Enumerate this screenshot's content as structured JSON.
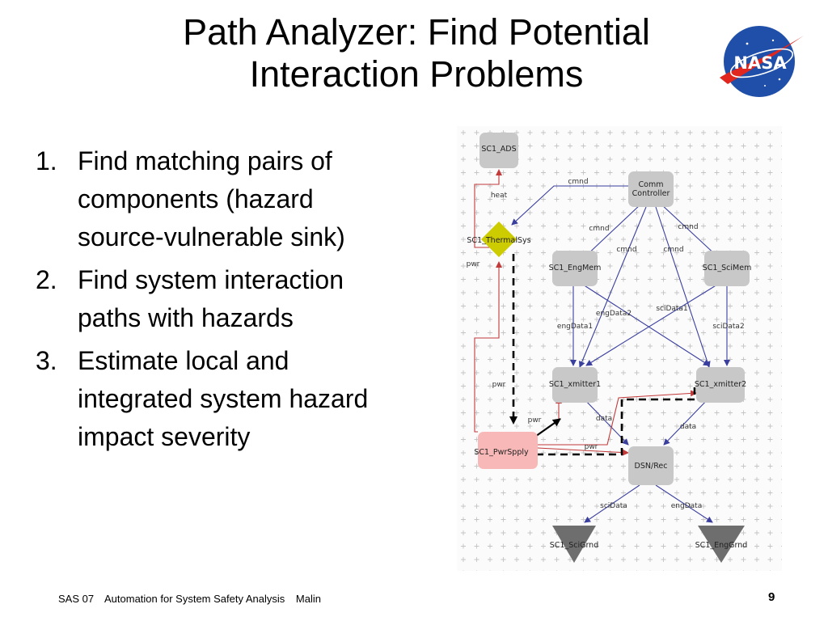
{
  "slide": {
    "title_line1": "Path Analyzer: Find Potential",
    "title_line2": "Interaction Problems",
    "items": [
      {
        "num": "1.",
        "lines": [
          "Find matching pairs of",
          "components (hazard",
          "source-vulnerable sink)"
        ]
      },
      {
        "num": "2.",
        "lines": [
          "Find system interaction",
          "paths with hazards"
        ]
      },
      {
        "num": "3.",
        "lines": [
          "Estimate local and",
          "integrated system hazard",
          "impact severity"
        ]
      }
    ],
    "footer": {
      "conference": "SAS 07",
      "topic": "Automation for System Safety Analysis",
      "author": "Malin"
    },
    "page_number": "9",
    "logo_text": "NASA"
  },
  "diagram": {
    "nodes": {
      "ads": "SC1_ADS",
      "comm_l1": "Comm",
      "comm_l2": "Controller",
      "thermal": "SC1_ThermalSys",
      "engmem": "SC1_EngMem",
      "scimem": "SC1_SciMem",
      "xmit1": "SC1_xmitter1",
      "xmit2": "SC1_xmitter2",
      "pwrspply": "SC1_PwrSpply",
      "dsn": "DSN/Rec",
      "scigrnd": "SC1_SciGrnd",
      "enggrnd": "SC1_EngGrnd"
    },
    "edge_labels": {
      "cmnd_top": "cmnd",
      "heat": "heat",
      "cmnd_left": "cmnd",
      "cmnd_right": "cmnd",
      "cmnd_in_left": "cmnd",
      "cmnd_in_right": "cmnd",
      "pwr_side": "pwr",
      "engdata2": "engData2",
      "scidata1": "sciData1",
      "engdata1": "engData1",
      "scidata2": "sciData2",
      "pwr_mid": "pwr",
      "pwr_x1": "pwr",
      "data_x1": "data",
      "data_x2": "data",
      "pwr_dsn": "pwr",
      "scidata_out": "sciData",
      "engdata_out": "engData"
    },
    "colors": {
      "node_gray": "#c8c8c8",
      "node_pink": "#f8b8b8",
      "thermal_yellow": "#cccc00",
      "ground_dark": "#6e6e6e",
      "edge_blue": "#3a3f9e",
      "edge_red": "#c23a3a",
      "edge_yellow": "#e8e000",
      "path_dash": "#000000"
    }
  }
}
